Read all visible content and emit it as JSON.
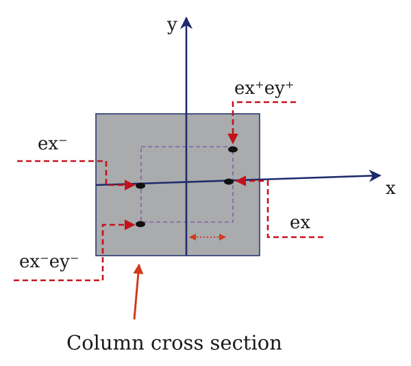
{
  "axes": {
    "x_label": "x",
    "y_label": "y",
    "axis_color": "#1f2a6b"
  },
  "section": {
    "fill_color": "#a9abad",
    "border_color": "#1f2a6b",
    "caption": "Column cross section",
    "caption_arrow_color": "#d03a1f"
  },
  "eccentricity_labels": {
    "ex_plus_ey_plus": "ex⁺ey⁺",
    "ex_minus": "ex⁻",
    "ex": "ex",
    "ex_minus_ey_minus": "ex⁻ey⁻"
  },
  "colors": {
    "load_path": "#c4121a",
    "inner_boundary": "#7b4fa8",
    "point": "#111111",
    "dimension_arrow": "#d03a1f"
  }
}
